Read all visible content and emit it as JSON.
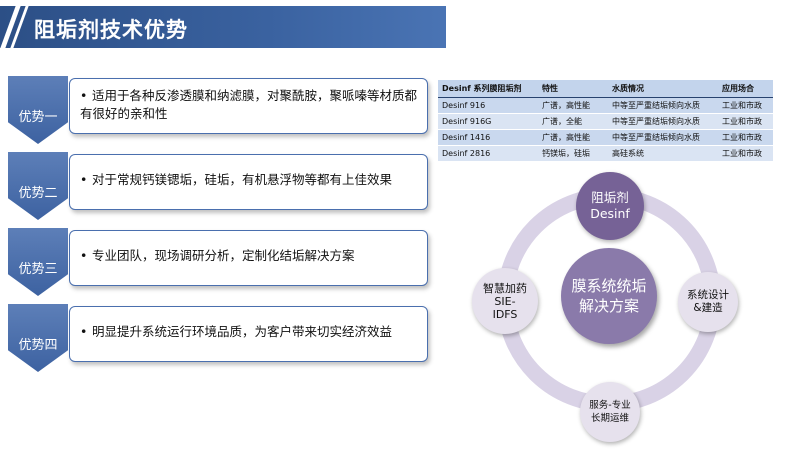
{
  "title": "阻垢剂技术优势",
  "advantages": [
    {
      "label": "优势一",
      "text": "适用于各种反渗透膜和纳滤膜，对聚酰胺，聚哌嗪等材质都有很好的亲和性"
    },
    {
      "label": "优势二",
      "text": "对于常规钙镁锶垢，硅垢，有机悬浮物等都有上佳效果"
    },
    {
      "label": "优势三",
      "text": "专业团队，现场调研分析，定制化结垢解决方案"
    },
    {
      "label": "优势四",
      "text": "明显提升系统运行环境品质，为客户带来切实经济效益"
    }
  ],
  "bullet": "•",
  "table": {
    "headers": [
      "Desinf 系列膜阻垢剂",
      "特性",
      "水质情况",
      "应用场合"
    ],
    "rows": [
      [
        "Desinf 916",
        "广谱，高性能",
        "中等至严重结垢倾向水质",
        "工业和市政"
      ],
      [
        "Desinf 916G",
        "广谱，全能",
        "中等至严重结垢倾向水质",
        "工业和市政"
      ],
      [
        "Desinf 1416",
        "广谱，高性能",
        "中等至严重结垢倾向水质",
        "工业和市政"
      ],
      [
        "Desinf 2816",
        "钙镁垢，硅垢",
        "高硅系统",
        "工业和市政"
      ]
    ]
  },
  "cycle": {
    "center": [
      "膜系统统垢",
      "解决方案"
    ],
    "top": [
      "阻垢剂",
      "Desinf"
    ],
    "right": [
      "系统设计",
      "&建造"
    ],
    "bottom": [
      "服务-专业",
      "长期运维"
    ],
    "left": [
      "智慧加药",
      "SIE-",
      "IDFS"
    ]
  },
  "colors": {
    "title_bg": "#3a62a0",
    "chevron": "#4a6fae",
    "table_header": "#c3d4ec",
    "ring": "#d9d2e6",
    "node_dark": "#766296",
    "node_center": "#8a7aaa",
    "node_light": "#e6e1ed"
  }
}
